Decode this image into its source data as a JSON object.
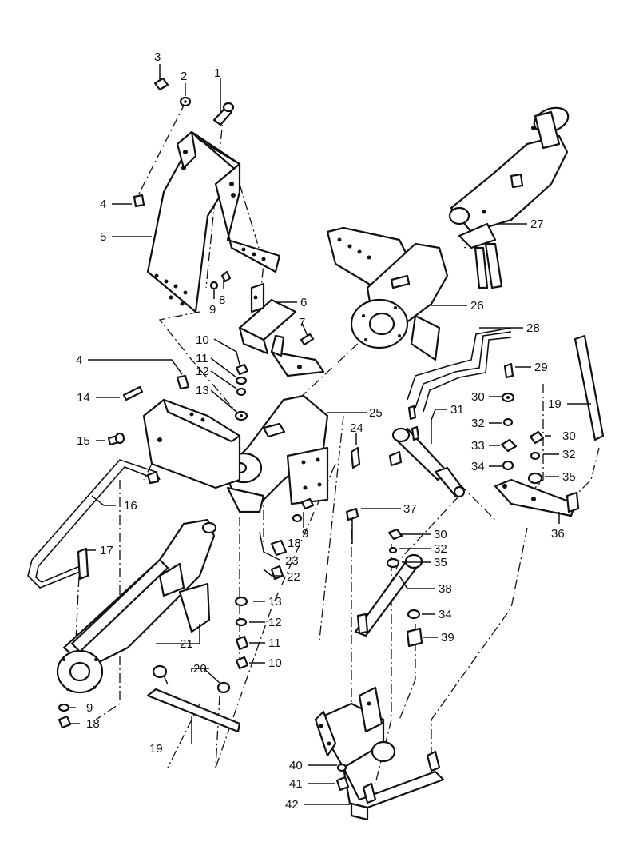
{
  "callouts": [
    "1",
    "2",
    "3",
    "4",
    "4",
    "5",
    "6",
    "7",
    "8",
    "9",
    "9",
    "9",
    "10",
    "10",
    "11",
    "11",
    "12",
    "12",
    "13",
    "13",
    "14",
    "15",
    "16",
    "17",
    "18",
    "18",
    "19",
    "19",
    "20",
    "21",
    "22",
    "23",
    "24",
    "25",
    "26",
    "27",
    "28",
    "29",
    "30",
    "30",
    "30",
    "31",
    "32",
    "32",
    "32",
    "33",
    "34",
    "34",
    "35",
    "35",
    "36",
    "37",
    "38",
    "39",
    "40",
    "41",
    "42"
  ]
}
